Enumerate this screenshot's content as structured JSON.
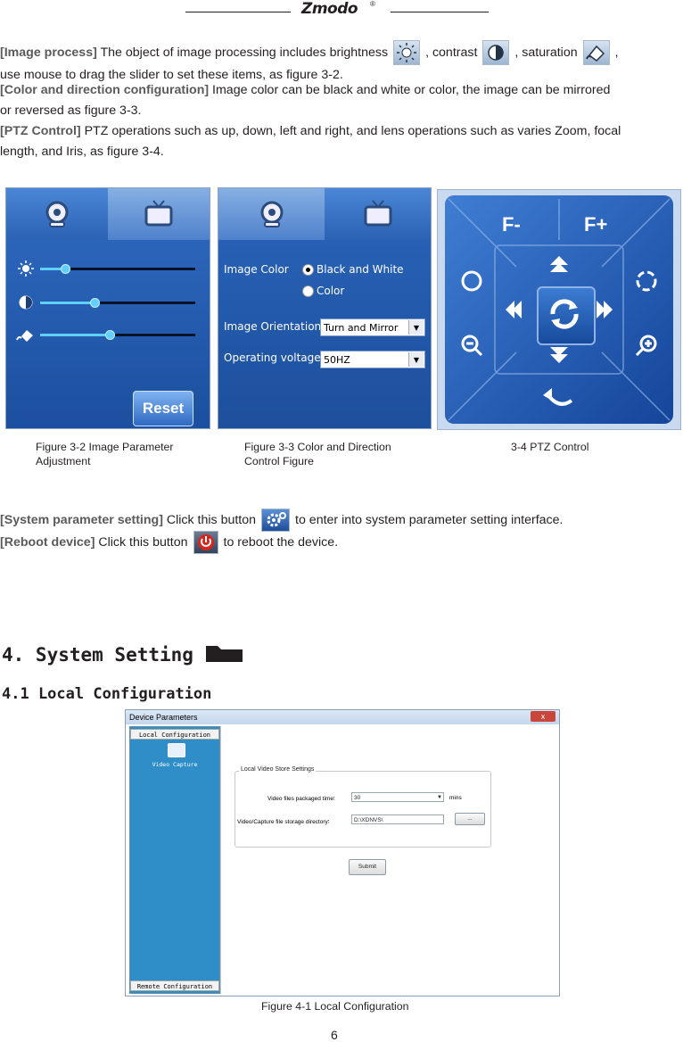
{
  "header": {
    "brand": "Zmodo",
    "reg": "®"
  },
  "intro": {
    "p1": {
      "label": "[Image process]",
      "t1": "The object of image processing includes brightness",
      "t2": ", contrast",
      "t3": ", saturation",
      "t4": ",",
      "t5": "use mouse to drag the slider to set these items, as figure 3-2."
    },
    "p2": {
      "label": "[Color and direction configuration]",
      "t1": "Image color can be black and white or color, the image can be mirrored",
      "t2": "or reversed as figure 3-3."
    },
    "p3": {
      "label": "[PTZ Control]",
      "t1": "PTZ operations such as up, down, left and right, and lens operations such as varies Zoom, focal",
      "t2": "length, and Iris, as figure 3-4."
    }
  },
  "fig32": {
    "reset": "Reset",
    "brightness": 0.16,
    "contrast": 0.35,
    "saturation": 0.45
  },
  "fig33": {
    "image_color": "Image Color",
    "opt1": "Black and White",
    "opt2": "Color",
    "orientation": "Image Orientation",
    "orientation_value": "Turn and Mirror",
    "voltage": "Operating voltage",
    "voltage_value": "50HZ"
  },
  "fig34": {
    "f_minus": "F-",
    "f_plus": "F+"
  },
  "captions": {
    "c32a": "Figure 3-2 Image Parameter",
    "c32b": "Adjustment",
    "c33a": "Figure 3-3  Color and Direction",
    "c33b": "Control Figure",
    "c34": "3-4 PTZ Control"
  },
  "system": {
    "p1": {
      "label": "[System parameter setting]",
      "t1": "Click this button",
      "t2": "to enter into system parameter setting interface."
    },
    "p2": {
      "label": "[Reboot device]",
      "t1": "Click this button",
      "t2": "to reboot the device."
    }
  },
  "section4": {
    "title": "4. System Setting"
  },
  "section41": {
    "title": "4.1 Local Configuration"
  },
  "device_window": {
    "title": "Device Parameters",
    "close": "x",
    "side_top": "Local Configuration",
    "side_item": "Video Capture",
    "side_bottom": "Remote Configuration",
    "group": "Local Video Store Settings",
    "f1_label": "Video files packaged time∶",
    "f1_value": "30",
    "f1_unit": "mins",
    "f2_label": "Video/Capture file storage directory∶",
    "f2_value": "D:\\XDNVS\\",
    "browse": "...",
    "submit": "Submit"
  },
  "fig41_caption": "Figure 4-1 Local Configuration",
  "page_number": "6"
}
